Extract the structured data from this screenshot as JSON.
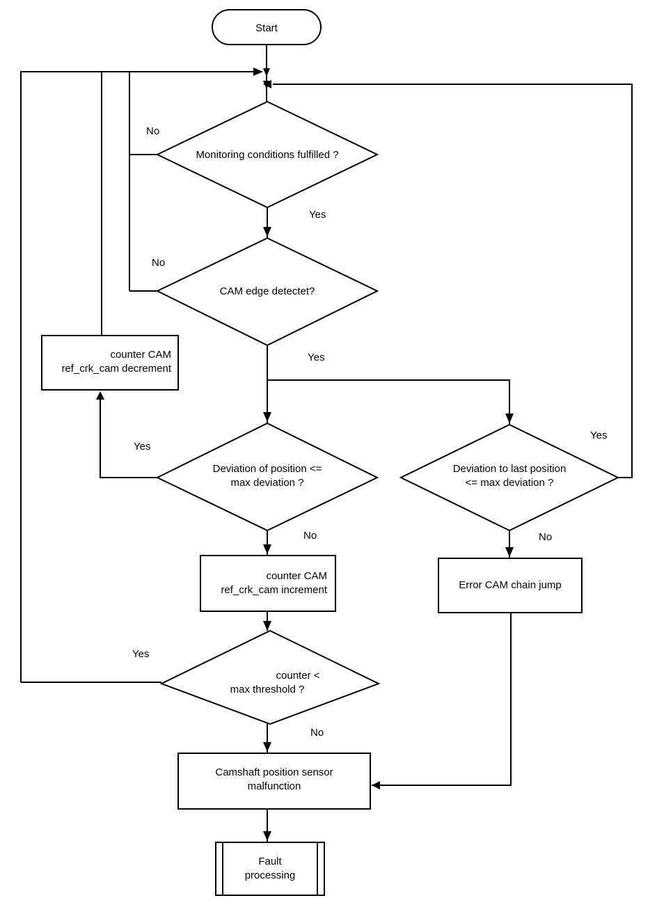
{
  "diagram": {
    "start_label": "Start",
    "decision_monitoring": "Monitoring conditions fulfilled ?",
    "decision_cam_edge": "CAM edge detectet?",
    "process_decrement": [
      "counter CAM",
      "ref_crk_cam decrement"
    ],
    "decision_deviation_position": [
      "Deviation of position <=",
      "max deviation ?"
    ],
    "decision_deviation_last": [
      "Deviation to last position",
      "<= max deviation ?"
    ],
    "process_increment": [
      "counter CAM",
      "ref_crk_cam increment"
    ],
    "process_error_jump": "Error CAM chain jump",
    "decision_counter": [
      "counter <",
      "max threshold ?"
    ],
    "process_malfunction": [
      "Camshaft position sensor",
      "malfunction"
    ],
    "subprocess_fault": [
      "Fault",
      "processing"
    ],
    "labels": {
      "no_monitoring": "No",
      "yes_monitoring": "Yes",
      "no_cam_edge": "No",
      "yes_cam_edge": "Yes",
      "yes_deviation_position": "Yes",
      "no_deviation_position": "No",
      "yes_deviation_last": "Yes",
      "no_deviation_last": "No",
      "yes_counter": "Yes",
      "no_counter": "No"
    }
  }
}
